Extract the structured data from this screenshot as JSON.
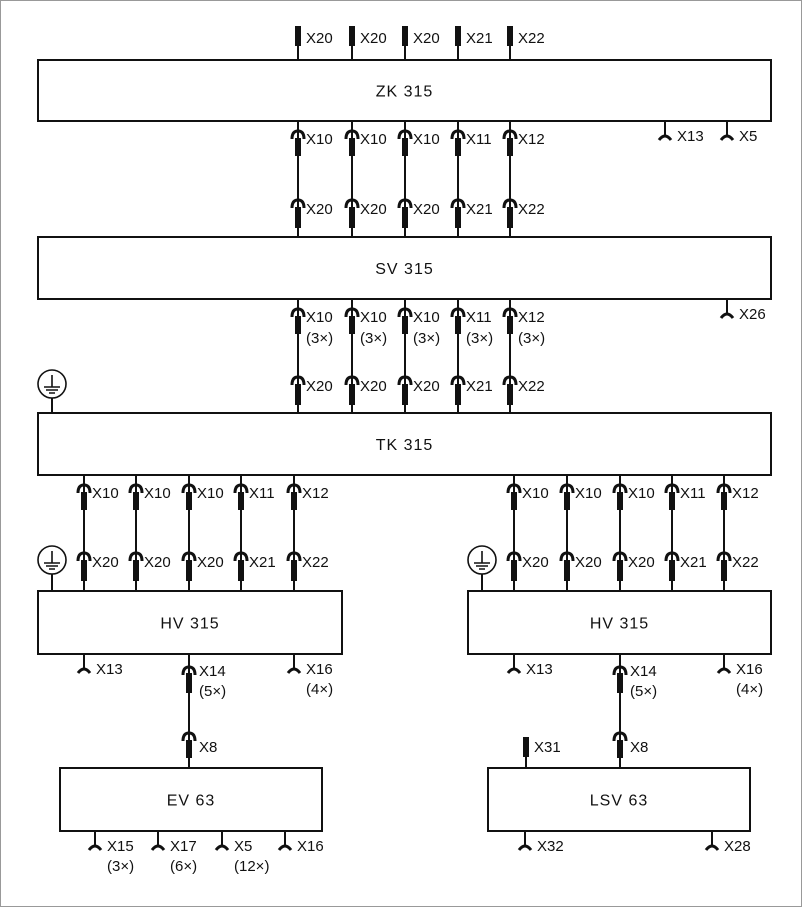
{
  "units": {
    "zk": "ZK 315",
    "sv": "SV 315",
    "tk": "TK 315",
    "hv_left": "HV 315",
    "hv_right": "HV 315",
    "ev": "EV 63",
    "lsv": "LSV 63"
  },
  "zk_inputs": [
    "X20",
    "X20",
    "X20",
    "X21",
    "X22"
  ],
  "zk_sv_links": {
    "upper": [
      "X10",
      "X10",
      "X10",
      "X11",
      "X12"
    ],
    "lower": [
      "X20",
      "X20",
      "X20",
      "X21",
      "X22"
    ]
  },
  "zk_extra": [
    "X13",
    "X5"
  ],
  "sv_extra": [
    "X26"
  ],
  "sv_tk_links": {
    "upper": [
      "X10",
      "X10",
      "X10",
      "X11",
      "X12"
    ],
    "upper_count": [
      "(3×)",
      "(3×)",
      "(3×)",
      "(3×)",
      "(3×)"
    ],
    "lower": [
      "X20",
      "X20",
      "X20",
      "X21",
      "X22"
    ]
  },
  "tk_hv_left_links": {
    "upper": [
      "X10",
      "X10",
      "X10",
      "X11",
      "X12"
    ],
    "lower": [
      "X20",
      "X20",
      "X20",
      "X21",
      "X22"
    ]
  },
  "tk_hv_right_links": {
    "upper": [
      "X10",
      "X10",
      "X10",
      "X11",
      "X12"
    ],
    "lower": [
      "X20",
      "X20",
      "X20",
      "X21",
      "X22"
    ]
  },
  "hv_left_outputs": [
    {
      "label": "X13"
    },
    {
      "label": "X14",
      "count": "(5×)"
    },
    {
      "label": "X16",
      "count": "(4×)"
    }
  ],
  "hv_right_outputs": [
    {
      "label": "X13"
    },
    {
      "label": "X14",
      "count": "(5×)"
    },
    {
      "label": "X16",
      "count": "(4×)"
    }
  ],
  "ev_link": "X8",
  "ev_outputs": [
    {
      "label": "X15",
      "count": "(3×)"
    },
    {
      "label": "X17",
      "count": "(6×)"
    },
    {
      "label": "X5",
      "count": "(12×)"
    },
    {
      "label": "X16"
    }
  ],
  "lsv_link": "X8",
  "lsv_input": "X31",
  "lsv_outputs": [
    {
      "label": "X32"
    },
    {
      "label": "X28"
    }
  ],
  "colors": {
    "line": "#111111",
    "border": "#999999"
  }
}
